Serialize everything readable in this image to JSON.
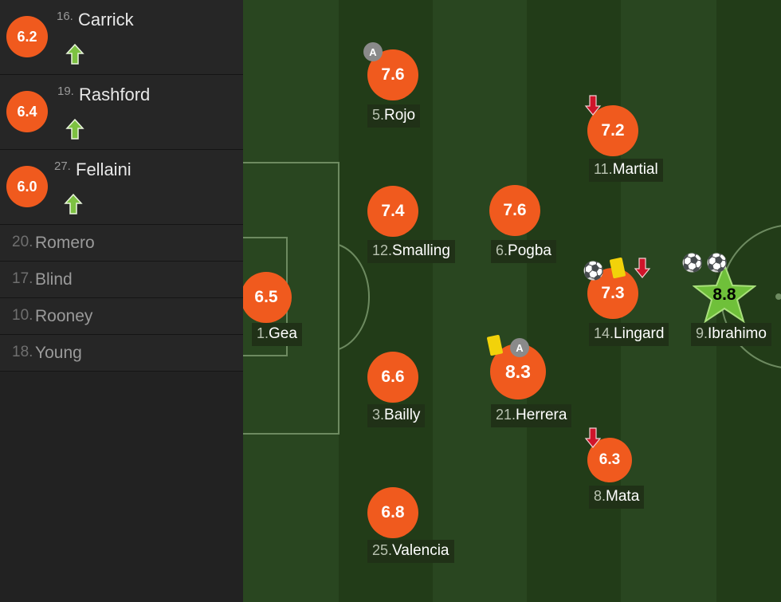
{
  "substitutes": [
    {
      "rating": "6.2",
      "number": "16.",
      "name": "Carrick",
      "arrow_icon": "sub-in-arrow"
    },
    {
      "rating": "6.4",
      "number": "19.",
      "name": "Rashford",
      "arrow_icon": "sub-in-arrow"
    },
    {
      "rating": "6.0",
      "number": "27.",
      "name": "Fellaini",
      "arrow_icon": "sub-in-arrow"
    }
  ],
  "bench": [
    {
      "number": "20.",
      "name": "Romero"
    },
    {
      "number": "17.",
      "name": "Blind"
    },
    {
      "number": "10.",
      "name": "Rooney"
    },
    {
      "number": "18.",
      "name": "Young"
    }
  ],
  "players": {
    "gea": {
      "rating": "6.5",
      "number": "1.",
      "name": "Gea"
    },
    "rojo": {
      "rating": "7.6",
      "number": "5.",
      "name": "Rojo",
      "captain": "A"
    },
    "smalling": {
      "rating": "7.4",
      "number": "12.",
      "name": "Smalling"
    },
    "bailly": {
      "rating": "6.6",
      "number": "3.",
      "name": "Bailly"
    },
    "valencia": {
      "rating": "6.8",
      "number": "25.",
      "name": "Valencia"
    },
    "pogba": {
      "rating": "7.6",
      "number": "6.",
      "name": "Pogba"
    },
    "herrera": {
      "rating": "8.3",
      "number": "21.",
      "name": "Herrera",
      "captain": "A"
    },
    "martial": {
      "rating": "7.2",
      "number": "11.",
      "name": "Martial"
    },
    "lingard": {
      "rating": "7.3",
      "number": "14.",
      "name": "Lingard"
    },
    "mata": {
      "rating": "6.3",
      "number": "8.",
      "name": "Mata"
    },
    "ibrahimovic": {
      "rating": "8.8",
      "number": "9.",
      "name": "Ibrahimo"
    }
  },
  "colors": {
    "rating_badge": "#f05a1e",
    "star_badge": "#6fc03a",
    "yellow_card": "#f2d20a",
    "sub_out_arrow": "#d0142a",
    "sub_in_arrow": "#7dc142"
  }
}
